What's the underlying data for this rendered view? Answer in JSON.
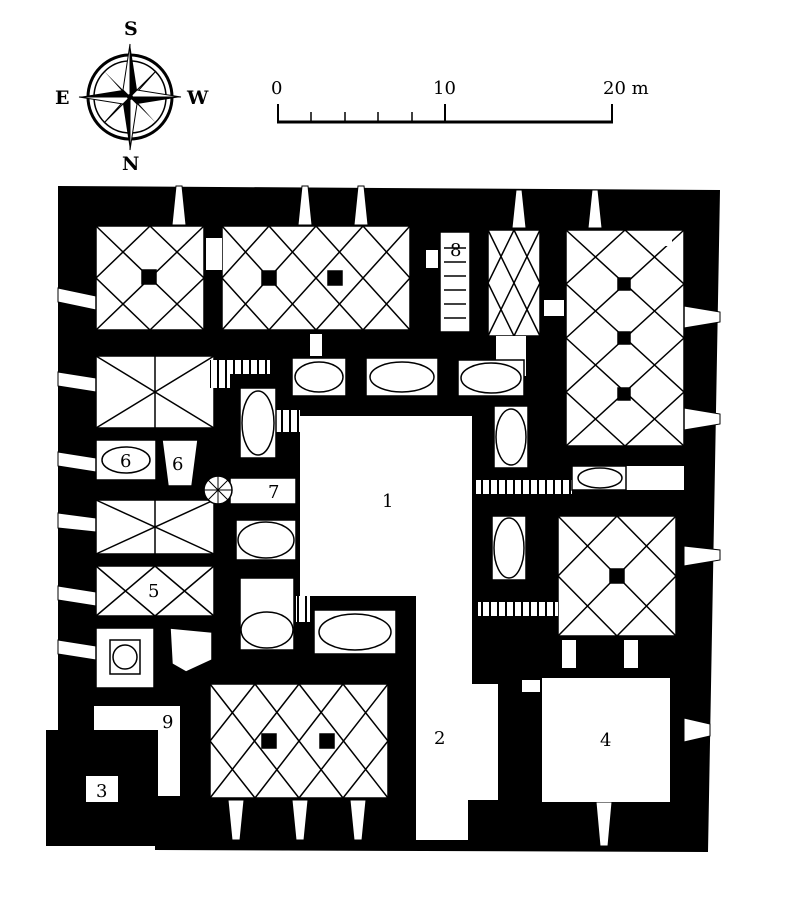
{
  "compass": {
    "north": "N",
    "south": "S",
    "east": "E",
    "west": "W"
  },
  "scale": {
    "ticks": [
      "0",
      "10",
      "20 m"
    ]
  },
  "rooms": {
    "r1": "1",
    "r2": "2",
    "r3": "3",
    "r4": "4",
    "r5": "5",
    "r6a": "6",
    "r6b": "6",
    "r7": "7",
    "r8": "8",
    "r9": "9"
  }
}
